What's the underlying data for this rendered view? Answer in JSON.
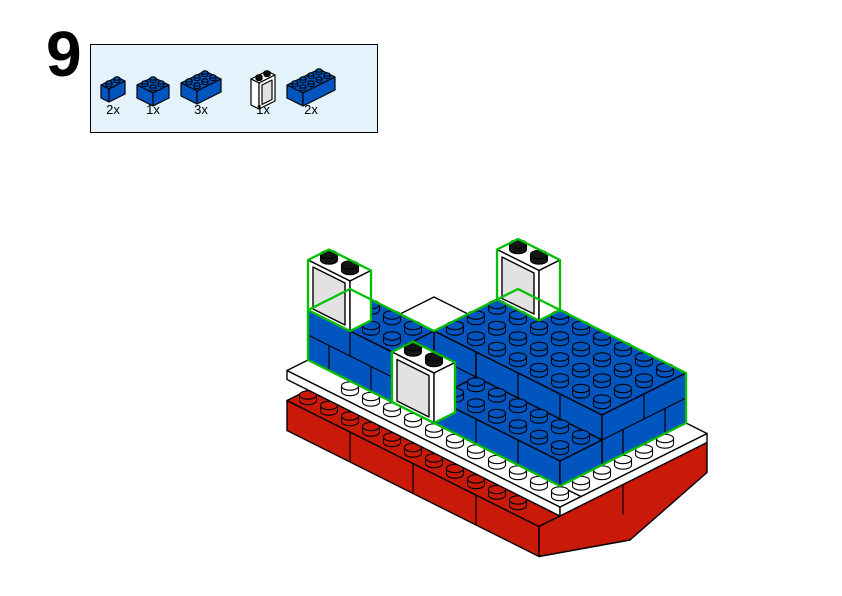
{
  "step": {
    "number": "9"
  },
  "parts_panel": {
    "parts": [
      {
        "id": "brick-1x2-blue",
        "count": "2x"
      },
      {
        "id": "brick-2x2-blue",
        "count": "1x"
      },
      {
        "id": "brick-2x3-blue",
        "count": "3x"
      },
      {
        "id": "window-1x2x2-white",
        "count": "1x"
      },
      {
        "id": "brick-2x4-blue",
        "count": "2x"
      }
    ]
  },
  "colors": {
    "blue": "#0055BF",
    "red": "#C91A09",
    "green": "#00C000",
    "glass": "#E2E2E2",
    "panel_bg": "#E4F2FB"
  }
}
